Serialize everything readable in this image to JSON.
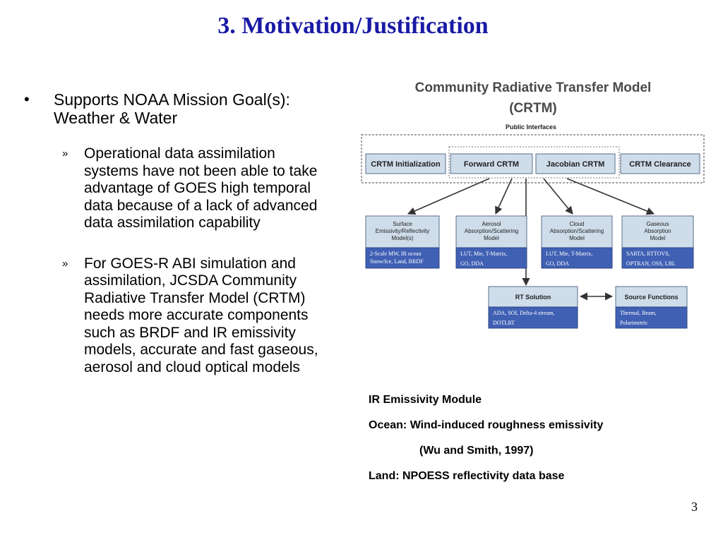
{
  "slide": {
    "title": "3. Motivation/Justification",
    "page_number": "3"
  },
  "bullets": {
    "main": {
      "marker": "•",
      "text": "Supports NOAA Mission Goal(s):  Weather & Water"
    },
    "sub": [
      {
        "marker": "»",
        "text": "Operational data assimilation systems have not been able to take advantage of GOES high temporal data because of a lack of advanced data assimilation capability"
      },
      {
        "marker": "»",
        "text": "For GOES-R ABI simulation and assimilation, JCSDA Community Radiative Transfer Model (CRTM) needs more accurate components such as BRDF and IR emissivity models, accurate and fast gaseous, aerosol and cloud optical models"
      }
    ]
  },
  "diagram": {
    "title_line1": "Community Radiative Transfer Model",
    "title_line2": "(CRTM)",
    "public_interfaces": "Public Interfaces",
    "interfaces": [
      "CRTM Initialization",
      "Forward CRTM",
      "Jacobian CRTM",
      "CRTM Clearance"
    ],
    "models": [
      {
        "title_lines": [
          "Surface",
          "Emissivity/Reflectivity",
          "Model(s)"
        ],
        "detail_lines": [
          "2-Scale MW, IR ocean",
          "Snow/Ice, Land, BRDF"
        ]
      },
      {
        "title_lines": [
          "Aerosol",
          "Absorption/Scattering",
          "Model"
        ],
        "detail_lines": [
          "LUT, Mie, T-Matrix,",
          "GO, DDA"
        ]
      },
      {
        "title_lines": [
          "Cloud",
          "Absorption/Scattering",
          "Model"
        ],
        "detail_lines": [
          "LUT, Mie, T-Matrix,",
          "GO, DDA"
        ]
      },
      {
        "title_lines": [
          "Gaseous",
          "Absorption",
          "Model"
        ],
        "detail_lines": [
          "SARTA, RTTOVS,",
          "OPTRAN, OSS, LBL"
        ]
      }
    ],
    "rt_solution": {
      "title": "RT Solution",
      "detail_lines": [
        "ADA, SOI, Delta-4 stream,",
        "DOTLRT"
      ]
    },
    "source_functions": {
      "title": "Source Functions",
      "detail_lines": [
        "Thermal, Beam,",
        "Polarimetric"
      ]
    },
    "colors": {
      "box_fill": "#cfdcea",
      "box_stroke": "#5a6f8c",
      "blue": "#4060b4",
      "arrow": "#333333"
    }
  },
  "notes": {
    "line1": "IR Emissivity Module",
    "line2": "Ocean: Wind-induced roughness emissivity",
    "line3": "(Wu and Smith, 1997)",
    "line4": "Land:  NPOESS  reflectivity data base"
  }
}
